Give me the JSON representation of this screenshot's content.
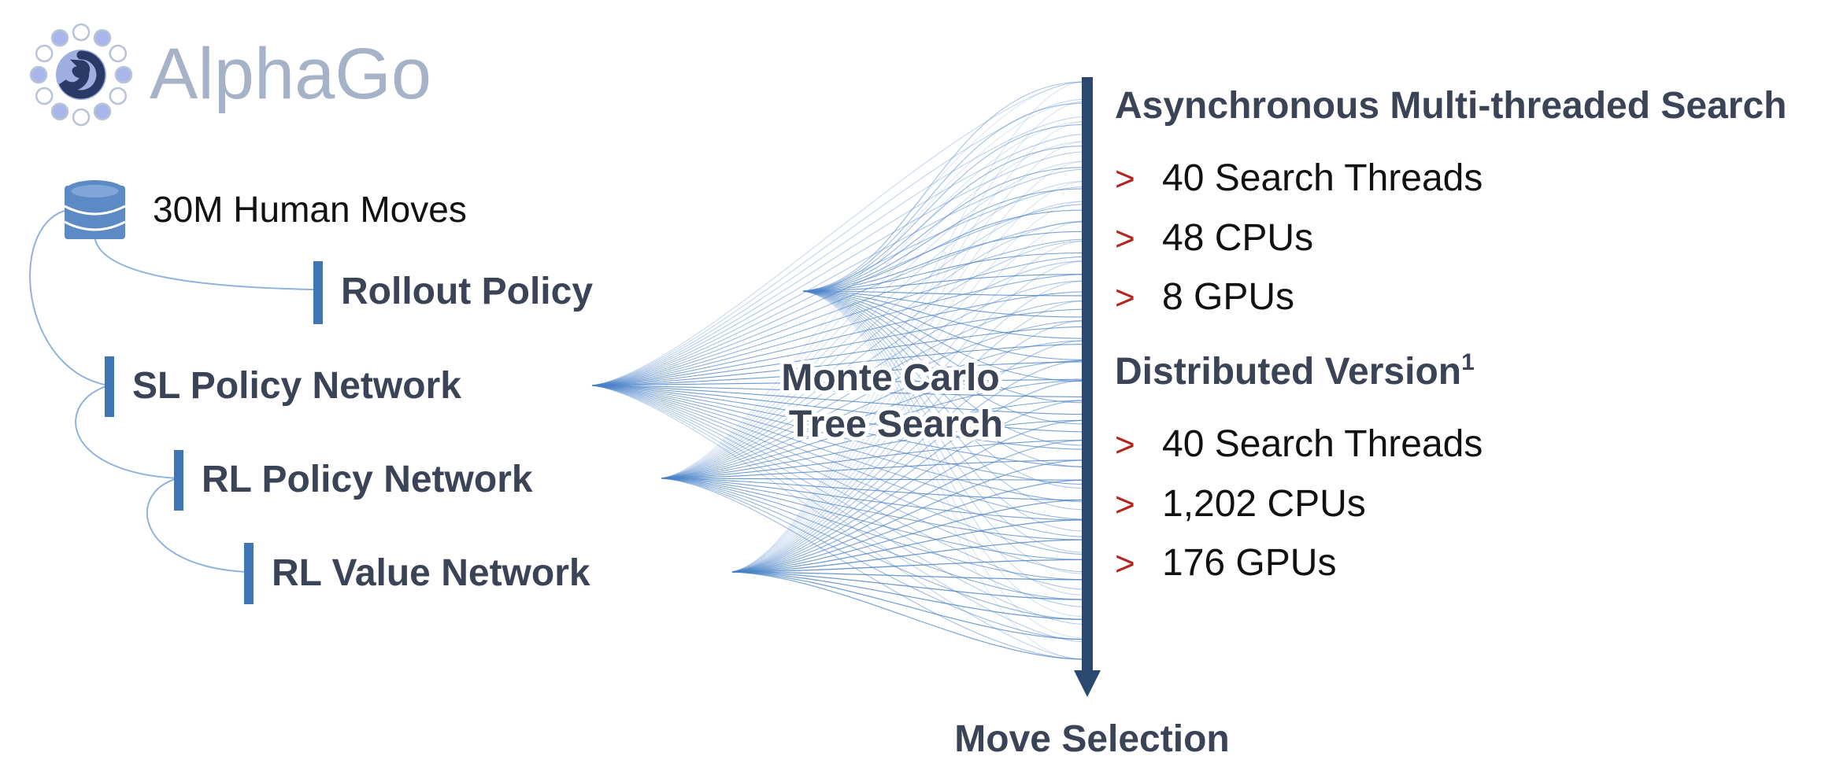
{
  "logo": {
    "text": "AlphaGo"
  },
  "colors": {
    "node_text": "#3b4356",
    "node_bar": "#3f75b5",
    "connector": "#8fb2de",
    "fan_line": "#4a82c8",
    "axis": "#2b4870",
    "bullet": "#b3261e",
    "body_text": "#111111",
    "logo_text": "#a6b2c8"
  },
  "data_source": {
    "label": "30M Human Moves",
    "icon": "database-icon"
  },
  "networks": [
    {
      "id": "rollout",
      "label": "Rollout Policy"
    },
    {
      "id": "sl",
      "label": "SL Policy Network"
    },
    {
      "id": "rl-policy",
      "label": "RL Policy Network"
    },
    {
      "id": "rl-value",
      "label": "RL Value Network"
    }
  ],
  "mcts": {
    "line1": "Monte Carlo",
    "line2": "Tree Search"
  },
  "output": {
    "label": "Move Selection"
  },
  "sections": [
    {
      "title": "Asynchronous Multi-threaded Search",
      "superscript": "",
      "items": [
        "40 Search Threads",
        "48 CPUs",
        "8 GPUs"
      ]
    },
    {
      "title": "Distributed Version",
      "superscript": "1",
      "items": [
        "40 Search Threads",
        "1,202 CPUs",
        "176 GPUs"
      ]
    }
  ],
  "bullet_glyph": ">"
}
